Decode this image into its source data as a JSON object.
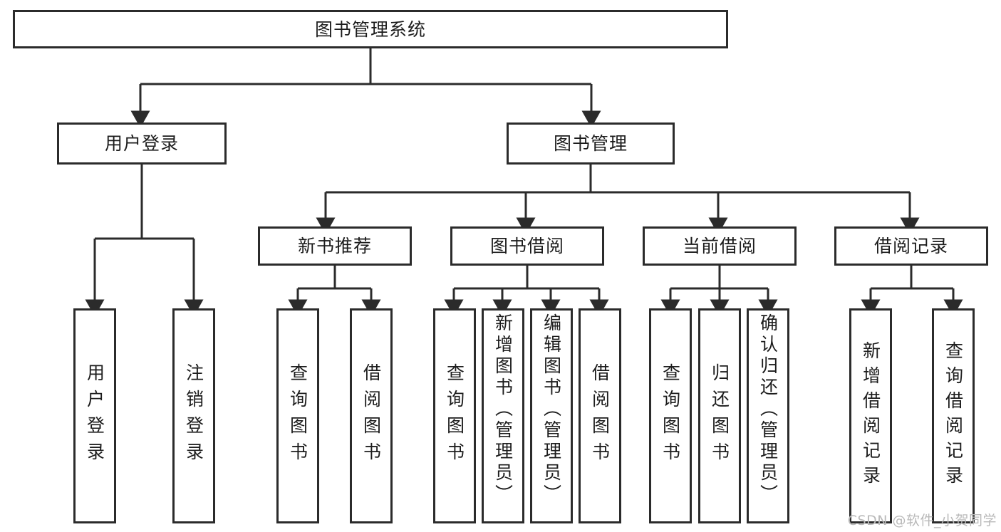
{
  "diagram": {
    "title_text": "图书管理系统",
    "type": "hierarchy-tree",
    "colors": {
      "stroke": "#2b2b2b",
      "fill": "#ffffff",
      "text": "#1c1c1c",
      "watermark": "#b9b9b9"
    },
    "nodes": {
      "root": {
        "label": "图书管理系统"
      },
      "level2": [
        {
          "label": "用户登录"
        },
        {
          "label": "图书管理"
        }
      ],
      "level3": [
        {
          "label": "新书推荐"
        },
        {
          "label": "图书借阅"
        },
        {
          "label": "当前借阅"
        },
        {
          "label": "借阅记录"
        }
      ],
      "leaves": {
        "user_login": [
          {
            "label": "用户登录"
          },
          {
            "label": "注销登录"
          }
        ],
        "new_book_recommend": [
          {
            "label": "查询图书"
          },
          {
            "label": "借阅图书"
          }
        ],
        "book_borrow": [
          {
            "label": "查询图书"
          },
          {
            "label": "新增图书（管理员）"
          },
          {
            "label": "编辑图书（管理员）"
          },
          {
            "label": "借阅图书"
          }
        ],
        "current_borrow": [
          {
            "label": "查询图书"
          },
          {
            "label": "归还图书"
          },
          {
            "label": "确认归还（管理员）"
          }
        ],
        "borrow_records": [
          {
            "label": "新增借阅记录"
          },
          {
            "label": "查询借阅记录"
          }
        ]
      }
    },
    "watermark": "CSDN @软件_小贺同学"
  }
}
